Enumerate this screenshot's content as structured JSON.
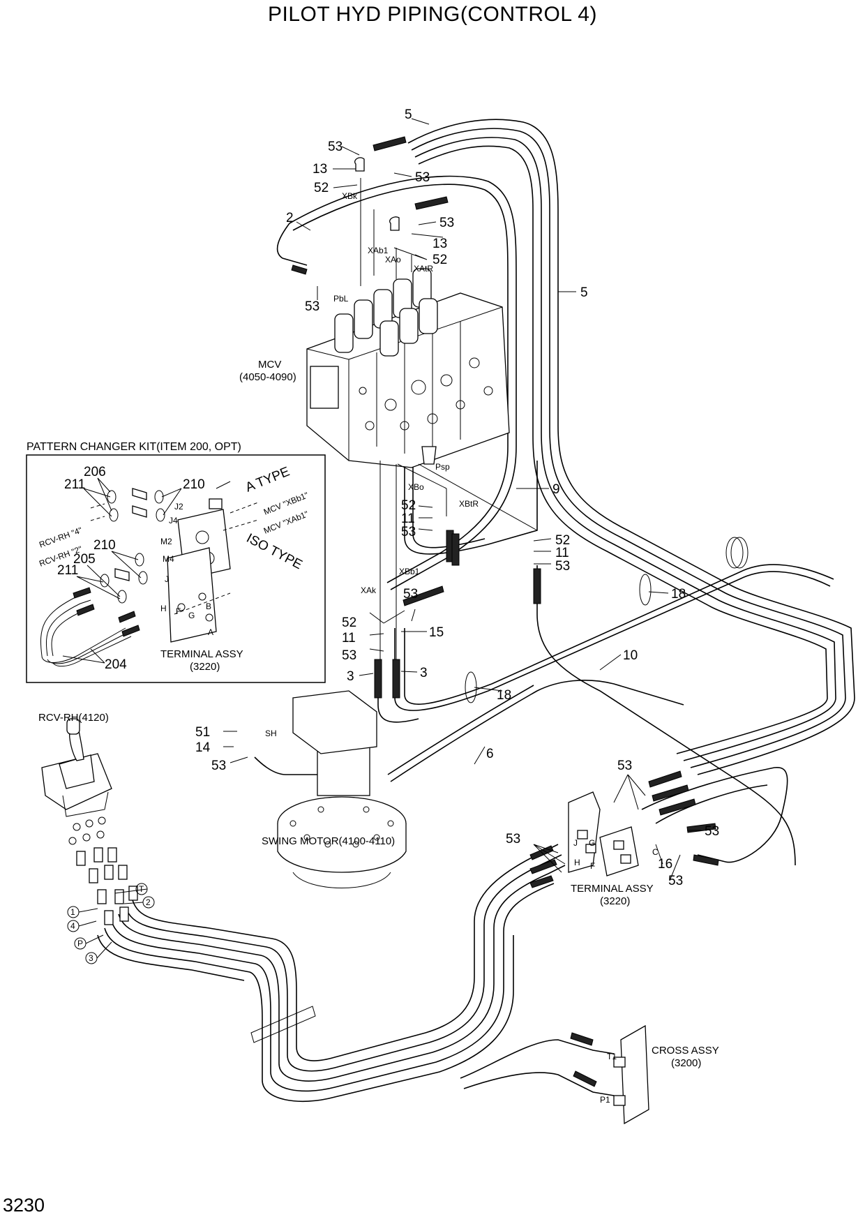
{
  "title": "PILOT HYD PIPING(CONTROL 4)",
  "page_number": "3230",
  "components": {
    "mcv": {
      "name": "MCV",
      "code": "(4050-4090)"
    },
    "swing_motor": "SWING MOTOR(4100-4110)",
    "rcv_rh": "RCV-RH(4120)",
    "terminal_assy": {
      "name": "TERMINAL ASSY",
      "code": "(3220)"
    },
    "cross_assy": {
      "name": "CROSS ASSY",
      "code": "(3200)"
    }
  },
  "inset": {
    "title": "PATTERN CHANGER KIT(ITEM 200, OPT)",
    "a_type": "A TYPE",
    "iso_type": "ISO TYPE",
    "mcv_xbb1": "MCV \"XBb1\"",
    "mcv_xab1": "MCV \"XAb1\"",
    "rcv_rh_4": "RCV-RH \"4\"",
    "rcv_rh_2": "RCV-RH \"2\"",
    "terminal_assy": {
      "name": "TERMINAL ASSY",
      "code": "(3220)"
    },
    "ports": [
      "J2",
      "J4",
      "M2",
      "M4",
      "J",
      "H",
      "F",
      "G",
      "B",
      "A"
    ],
    "callouts": [
      "206",
      "211",
      "210",
      "210",
      "205",
      "211",
      "204"
    ]
  },
  "port_labels": {
    "xbk": "XBk",
    "xab1": "XAb1",
    "xao": "XAo",
    "xatr": "XAtR",
    "pbl": "PbL",
    "psp": "Psp",
    "xbo": "XBo",
    "xbtr": "XBtR",
    "xbb1": "XBb1",
    "xak": "XAk",
    "sh": "SH",
    "t1": "T1",
    "p1": "P1",
    "j": "J",
    "c": "C",
    "g": "G",
    "h": "H",
    "f": "F"
  },
  "rcv_ports": [
    "T",
    "1",
    "2",
    "4",
    "P",
    "3"
  ],
  "callouts": {
    "c5a": "5",
    "c53a": "53",
    "c13a": "13",
    "c53b": "53",
    "c52a": "52",
    "c2": "2",
    "c53c": "53",
    "c13b": "13",
    "c52b": "52",
    "c53d": "53",
    "c5b": "5",
    "c9": "9",
    "c52c": "52",
    "c11a": "11",
    "c53e": "53",
    "c52d": "52",
    "c11b": "11",
    "c53f": "53",
    "c18a": "18",
    "c53g": "53",
    "c52e": "52",
    "c11c": "11",
    "c15": "15",
    "c53h": "53",
    "c3a": "3",
    "c3b": "3",
    "c10": "10",
    "c18b": "18",
    "c51": "51",
    "c14": "14",
    "c53i": "53",
    "c6": "6",
    "c53j": "53",
    "c53k": "53",
    "c53l": "53",
    "c16": "16",
    "c53m": "53"
  }
}
